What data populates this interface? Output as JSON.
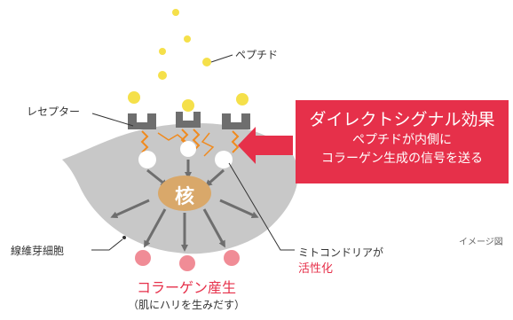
{
  "labels": {
    "peptide": "ペプチド",
    "receptor": "レセプター",
    "fibroblast": "線維芽細胞",
    "mitochondria_line1": "ミトコンドリアが",
    "mitochondria_line2": "活性化",
    "nucleus": "核",
    "image_note": "イメージ図"
  },
  "banner": {
    "title": "ダイレクトシグナル効果",
    "line1": "ペプチドが内側に",
    "line2": "コラーゲン生成の信号を送る"
  },
  "result": {
    "title": "コラーゲン産生",
    "subtitle": "（肌にハリを生みだす）"
  },
  "colors": {
    "accent_red": "#e6304a",
    "peptide_yellow": "#f5e04a",
    "cell_gray": "#c8c8c8",
    "receptor_gray": "#6e6e6e",
    "nucleus_tan": "#d9a86a",
    "signal_orange": "#f08a1e",
    "collagen_pink": "#f08c96",
    "arrow_gray": "#6e6e6e"
  }
}
